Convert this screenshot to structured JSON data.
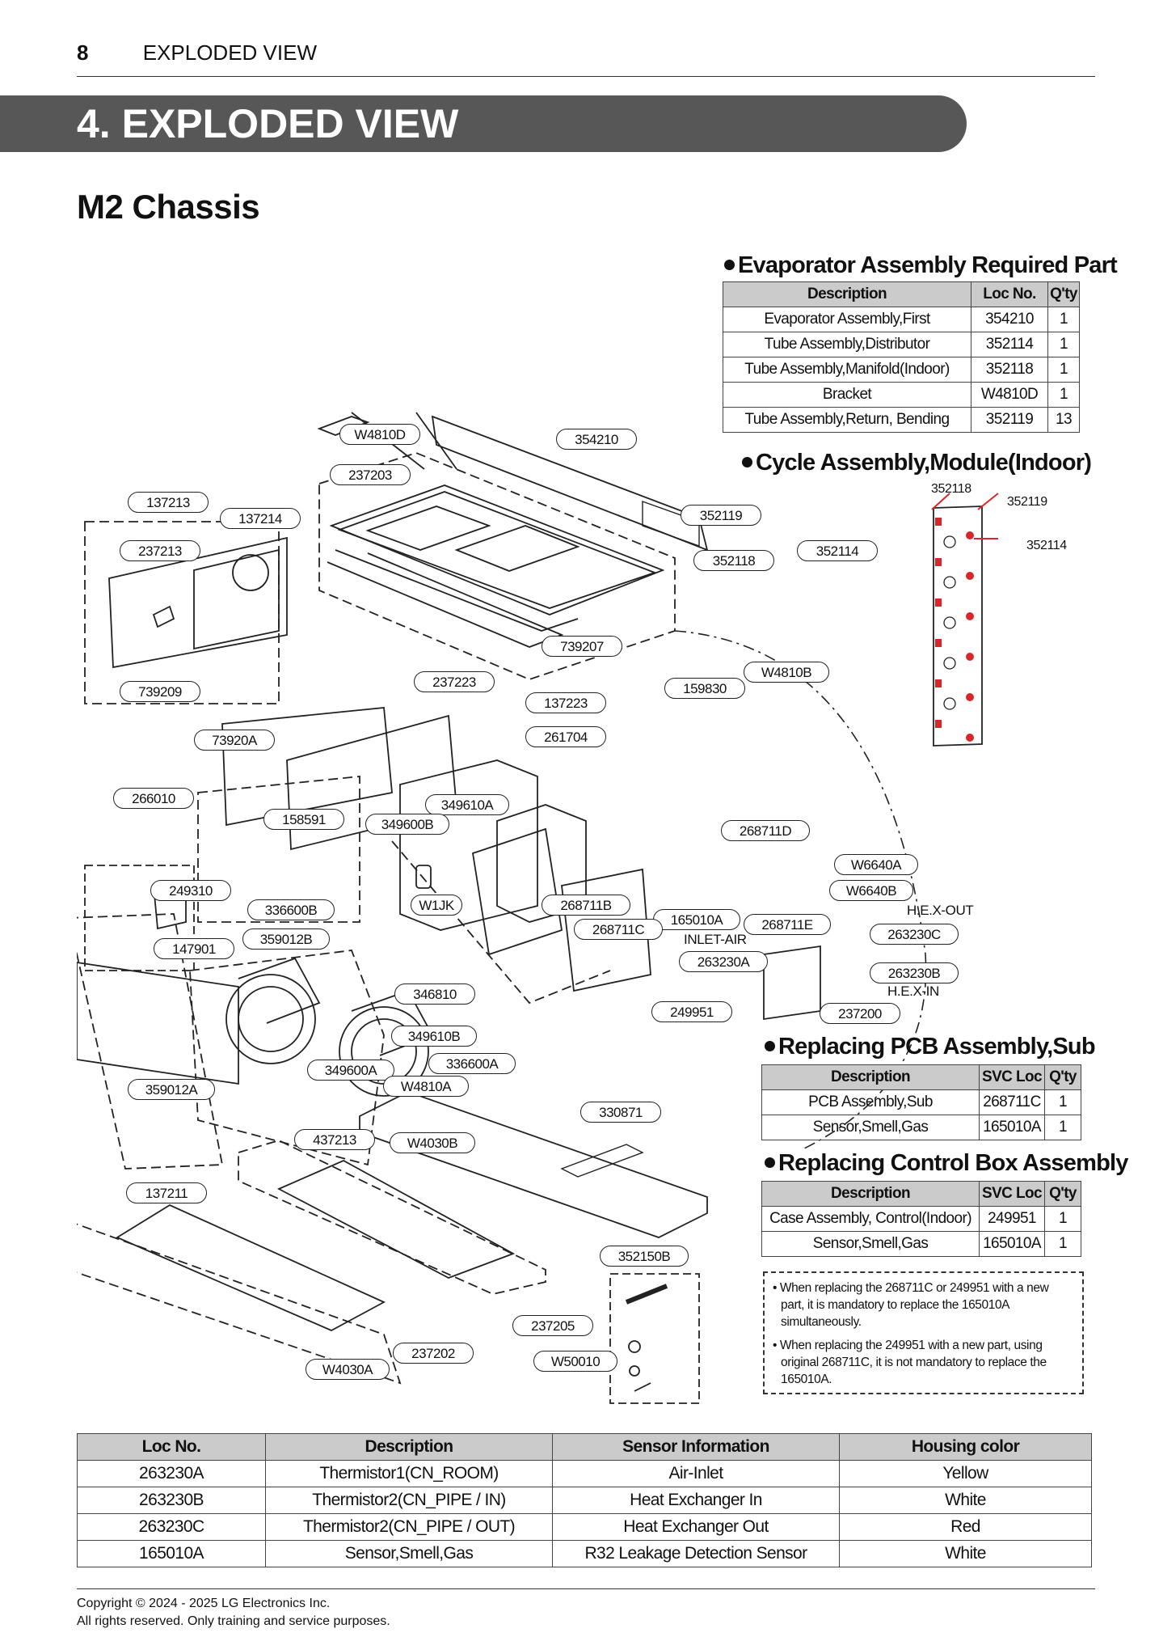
{
  "header": {
    "page_number": "8",
    "section": "EXPLODED VIEW"
  },
  "banner": {
    "title": "4. EXPLODED VIEW"
  },
  "chassis_title": "M2 Chassis",
  "evaporator": {
    "title": "Evaporator Assembly Required Part",
    "headers": [
      "Description",
      "Loc No.",
      "Q'ty"
    ],
    "rows": [
      [
        "Evaporator Assembly,First",
        "354210",
        "1"
      ],
      [
        "Tube Assembly,Distributor",
        "352114",
        "1"
      ],
      [
        "Tube Assembly,Manifold(Indoor)",
        "352118",
        "1"
      ],
      [
        "Bracket",
        "W4810D",
        "1"
      ],
      [
        "Tube Assembly,Return, Bending",
        "352119",
        "13"
      ]
    ]
  },
  "cycle": {
    "title": "Cycle Assembly,Module(Indoor)",
    "labels": {
      "a": "352118",
      "b": "352119",
      "c": "352114"
    }
  },
  "pcb_sub": {
    "title": "Replacing PCB Assembly,Sub",
    "headers": [
      "Description",
      "SVC Loc",
      "Q'ty"
    ],
    "rows": [
      [
        "PCB Assembly,Sub",
        "268711C",
        "1"
      ],
      [
        "Sensor,Smell,Gas",
        "165010A",
        "1"
      ]
    ]
  },
  "control_box": {
    "title": "Replacing Control Box Assembly",
    "headers": [
      "Description",
      "SVC Loc",
      "Q'ty"
    ],
    "rows": [
      [
        "Case Assembly, Control(Indoor)",
        "249951",
        "1"
      ],
      [
        "Sensor,Smell,Gas",
        "165010A",
        "1"
      ]
    ]
  },
  "notes": [
    "• When replacing the 268711C or 249951 with a new part, it is mandatory to replace the 165010A simultaneously.",
    "• When replacing the 249951 with a new part, using original 268711C, it is not mandatory to replace the 165010A."
  ],
  "callouts": [
    "W4810D",
    "354210",
    "237203",
    "137213",
    "137214",
    "237213",
    "352119",
    "352118",
    "352114",
    "739207",
    "739209",
    "237223",
    "137223",
    "159830",
    "W4810B",
    "73920A",
    "261704",
    "266010",
    "349610A",
    "158591",
    "349600B",
    "268711D",
    "W6640A",
    "249310",
    "W6640B",
    "336600B",
    "W1JK",
    "268711B",
    "165010A",
    "268711C",
    "268711E",
    "263230C",
    "359012B",
    "147901",
    "263230A",
    "263230B",
    "346810",
    "249951",
    "237200",
    "349610B",
    "349600A",
    "336600A",
    "W4810A",
    "359012A",
    "330871",
    "437213",
    "W4030B",
    "137211",
    "352150B",
    "237205",
    "237202",
    "W4030A",
    "W50010"
  ],
  "plain_labels": {
    "hex_out": "H.E.X-OUT",
    "inlet_air": "INLET-AIR",
    "hex_in": "H.E.X-IN"
  },
  "sensor_table": {
    "headers": [
      "Loc No.",
      "Description",
      "Sensor Information",
      "Housing color"
    ],
    "rows": [
      [
        "263230A",
        "Thermistor1(CN_ROOM)",
        "Air-Inlet",
        "Yellow"
      ],
      [
        "263230B",
        "Thermistor2(CN_PIPE / IN)",
        "Heat Exchanger In",
        "White"
      ],
      [
        "263230C",
        "Thermistor2(CN_PIPE / OUT)",
        "Heat Exchanger Out",
        "Red"
      ],
      [
        "165010A",
        "Sensor,Smell,Gas",
        "R32 Leakage Detection Sensor",
        "White"
      ]
    ]
  },
  "copyright": [
    "Copyright © 2024 - 2025 LG Electronics Inc.",
    "All rights reserved. Only training and service purposes."
  ]
}
